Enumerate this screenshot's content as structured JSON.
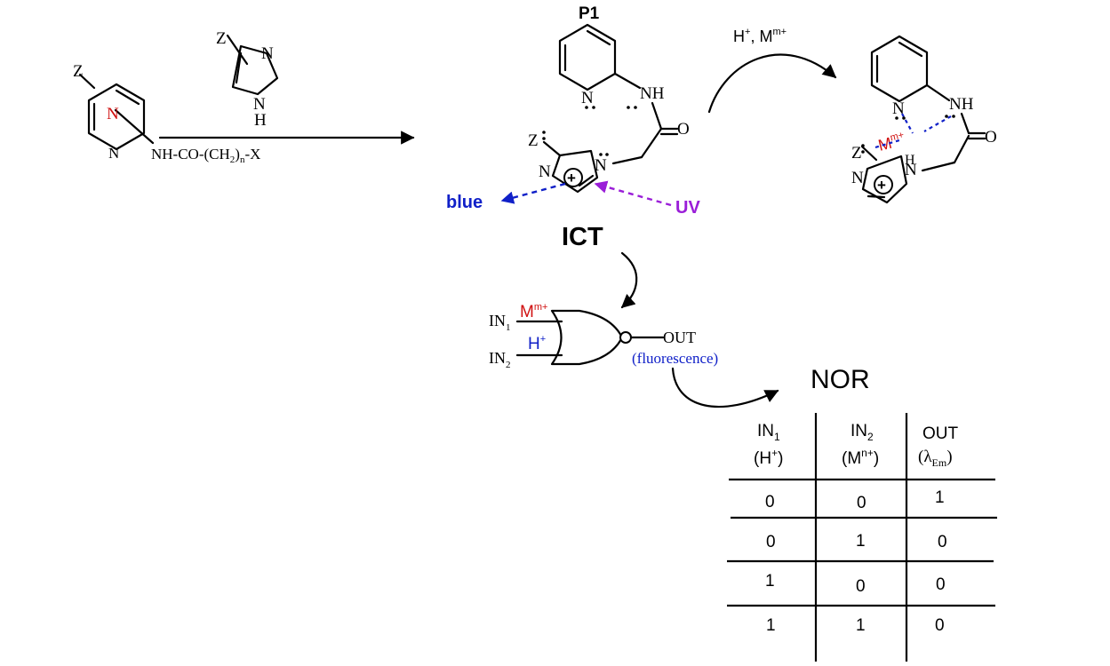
{
  "colors": {
    "metal": "#d01010",
    "proton": "#1020c8",
    "uv": "#9a1ed8",
    "blue_emission": "#1020c8"
  },
  "reactant": {
    "pyridine_substituent": "Z",
    "pyridine_n_red": "N",
    "pyridine_n": "N",
    "chain": "NH-CO-(CH",
    "chain_sub": "2",
    "chain_n": "n",
    "chain_end": "-X"
  },
  "imidazole_reagent": {
    "z": "Z",
    "n_top": "N",
    "n_bottom": "N",
    "h": "H"
  },
  "p1": {
    "label": "P1",
    "n_pyridine": "N",
    "nh": "NH",
    "o": "O",
    "z": "Z",
    "n_left": "N",
    "n_right": "N",
    "plus": "+",
    "blue_label": "blue",
    "uv_label": "UV",
    "ict_label": "ICT"
  },
  "complex": {
    "reagent_h": "H",
    "reagent_plus": "+",
    "reagent_m": ", M",
    "reagent_m_sup": "m+",
    "n_pyridine": "N",
    "nh": "NH",
    "o": "O",
    "z": "Z",
    "n_left": "N",
    "n_right": "N",
    "metal": "M",
    "metal_sup": "m+",
    "h": "H",
    "plus": "+"
  },
  "gate": {
    "in1": "IN",
    "in1_sub": "1",
    "in2": "IN",
    "in2_sub": "2",
    "metal": "M",
    "metal_sup": "m+",
    "proton": "H",
    "proton_sup": "+",
    "out": "OUT",
    "out_note": "(fluorescence)"
  },
  "truth_table": {
    "title": "NOR",
    "headers": [
      {
        "main": "IN",
        "sub": "1",
        "paren": "(H",
        "sup": "+",
        "close": ")"
      },
      {
        "main": "IN",
        "sub": "2",
        "paren": "(M",
        "sup": "n+",
        "close": ")"
      },
      {
        "main": "OUT",
        "sub": "Em",
        "paren": "(λ",
        "sup": "",
        "close": ")"
      }
    ],
    "rows": [
      [
        "0",
        "0",
        "1"
      ],
      [
        "0",
        "1",
        "0"
      ],
      [
        "1",
        "0",
        "0"
      ],
      [
        "1",
        "1",
        "0"
      ]
    ]
  }
}
